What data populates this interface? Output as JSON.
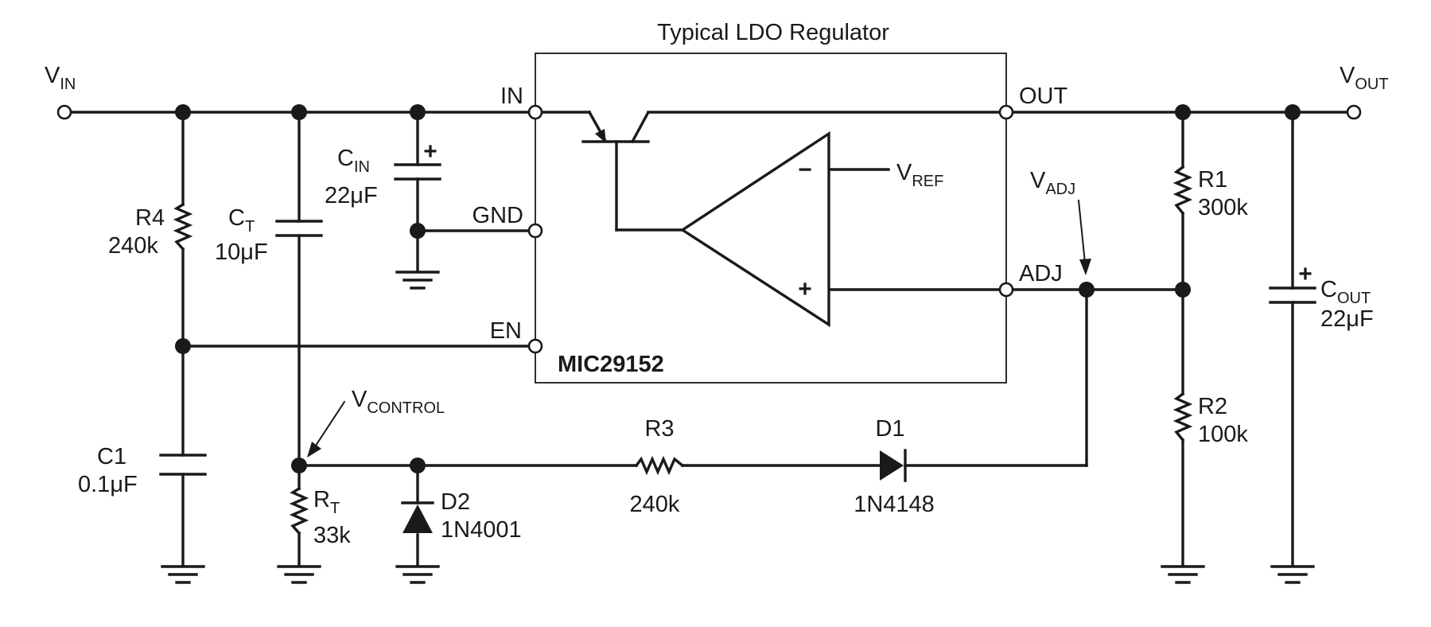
{
  "title": "Typical LDO Regulator",
  "ic": {
    "part": "MIC29152",
    "pins": {
      "in": "IN",
      "gnd": "GND",
      "en": "EN",
      "out": "OUT",
      "adj": "ADJ"
    },
    "opamp": {
      "minus": "−",
      "plus": "+"
    }
  },
  "nodes": {
    "vin": {
      "main": "V",
      "sub": "IN"
    },
    "vout": {
      "main": "V",
      "sub": "OUT"
    },
    "vref": {
      "main": "V",
      "sub": "REF"
    },
    "vadj": {
      "main": "V",
      "sub": "ADJ"
    },
    "vcontrol": {
      "main": "V",
      "sub": "CONTROL"
    }
  },
  "components": {
    "cin": {
      "main": "C",
      "sub": "IN",
      "value": "22μF",
      "polarity": "+"
    },
    "ct": {
      "main": "C",
      "sub": "T",
      "value": "10μF"
    },
    "r4": {
      "name": "R4",
      "value": "240k"
    },
    "c1": {
      "name": "C1",
      "value": "0.1μF"
    },
    "rt": {
      "main": "R",
      "sub": "T",
      "value": "33k"
    },
    "d2": {
      "name": "D2",
      "part": "1N4001"
    },
    "r3": {
      "name": "R3",
      "value": "240k"
    },
    "d1": {
      "name": "D1",
      "part": "1N4148"
    },
    "r1": {
      "name": "R1",
      "value": "300k"
    },
    "r2": {
      "name": "R2",
      "value": "100k"
    },
    "cout": {
      "main": "C",
      "sub": "OUT",
      "value": "22μF",
      "polarity": "+"
    }
  }
}
